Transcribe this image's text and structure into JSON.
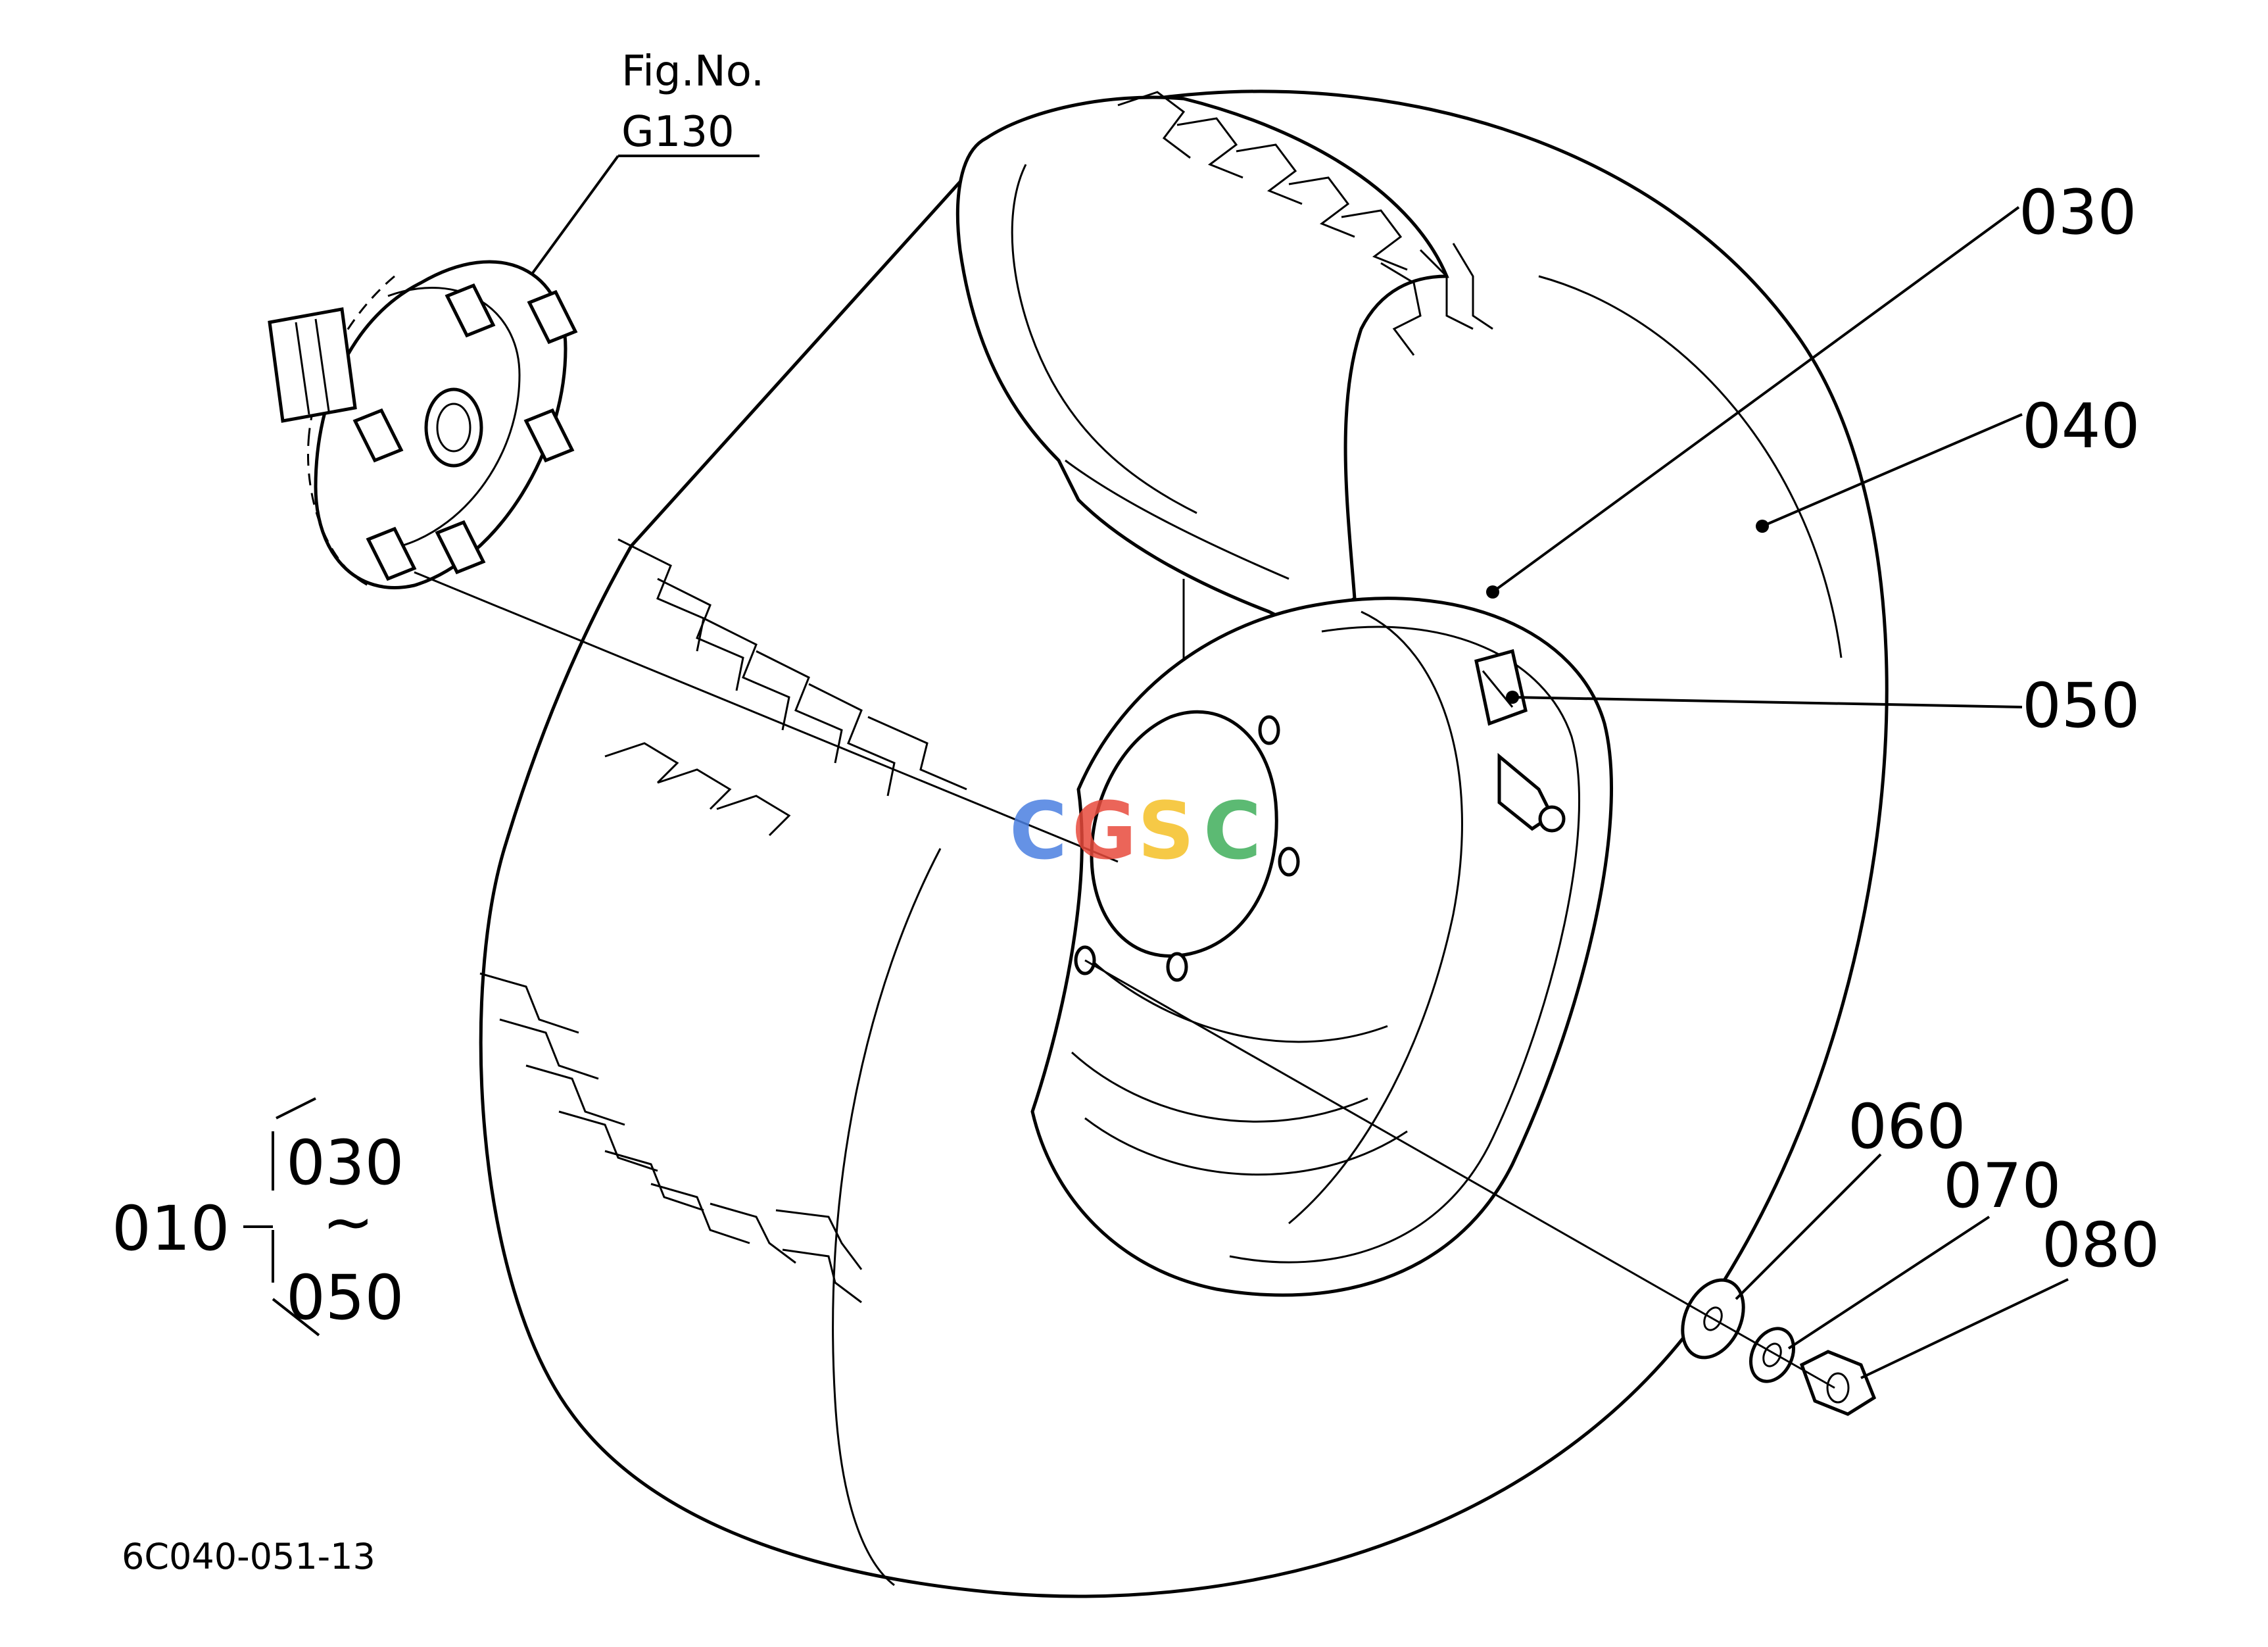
{
  "figure": {
    "caption": "Fig.No.",
    "number": "G130"
  },
  "callouts": {
    "c030": "030",
    "c040": "040",
    "c050": "050",
    "c060": "060",
    "c070": "070",
    "c080": "080"
  },
  "assembly": {
    "parent": "010",
    "range_start": "030",
    "range_sep": "~",
    "range_end": "050"
  },
  "drawing_code": "6C040-051-13",
  "watermark": {
    "letters": [
      "C",
      "G",
      "S",
      "C"
    ],
    "colors": [
      "#4a7fe0",
      "#e84a3c",
      "#f5bf26",
      "#3fae5a"
    ]
  }
}
